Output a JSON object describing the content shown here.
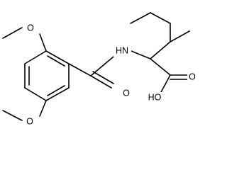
{
  "molecule": {
    "labels": {
      "methoxy_top_o": "O",
      "methoxy_bottom_o": "O",
      "amide_nh": "HN",
      "amide_o": "O",
      "acid_oh": "HO",
      "acid_o": "O"
    }
  }
}
